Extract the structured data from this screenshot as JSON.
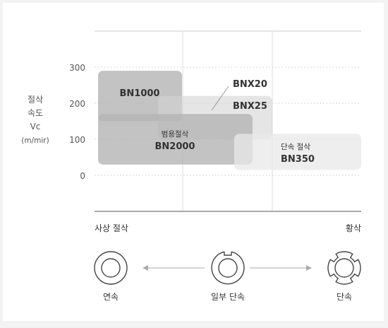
{
  "chart_data": {
    "type": "region",
    "ylabel_lines": [
      "절삭",
      "속도",
      "Vc",
      "(m/mir)"
    ],
    "y_ticks": [
      0,
      100,
      200,
      300
    ],
    "ylim": [
      -100,
      400
    ],
    "x_categories": [
      "연속",
      "일부 단속",
      "단속"
    ],
    "x_axis_left_label": "사상 절삭",
    "x_axis_right_label": "황삭",
    "grid": true,
    "regions": [
      {
        "name": "BN1000",
        "sublabel": "",
        "vc_min": 150,
        "vc_max": 290,
        "color": "#b8b8b8",
        "opacity": 0.85
      },
      {
        "name": "BNX25",
        "sublabel": "",
        "vc_min": 100,
        "vc_max": 220,
        "color": "#d4d4d4",
        "opacity": 0.6
      },
      {
        "name": "BN2000",
        "sublabel": "범용절삭",
        "vc_min": 30,
        "vc_max": 170,
        "color": "#b4b4b4",
        "opacity": 0.8
      },
      {
        "name": "BN350",
        "sublabel": "단속 절삭",
        "vc_min": 15,
        "vc_max": 115,
        "color": "#e8e8e8",
        "opacity": 0.75
      }
    ],
    "callouts": [
      {
        "name": "BNX20"
      }
    ]
  },
  "legend_icons": [
    {
      "label": "연속",
      "icon": "solid-ring-icon"
    },
    {
      "label": "일부 단속",
      "icon": "notched-ring-icon"
    },
    {
      "label": "단속",
      "icon": "interrupted-ring-icon"
    }
  ],
  "colors": {
    "grid": "#cccccc",
    "axis": "#555555",
    "text": "#333333",
    "muted": "#777777"
  }
}
